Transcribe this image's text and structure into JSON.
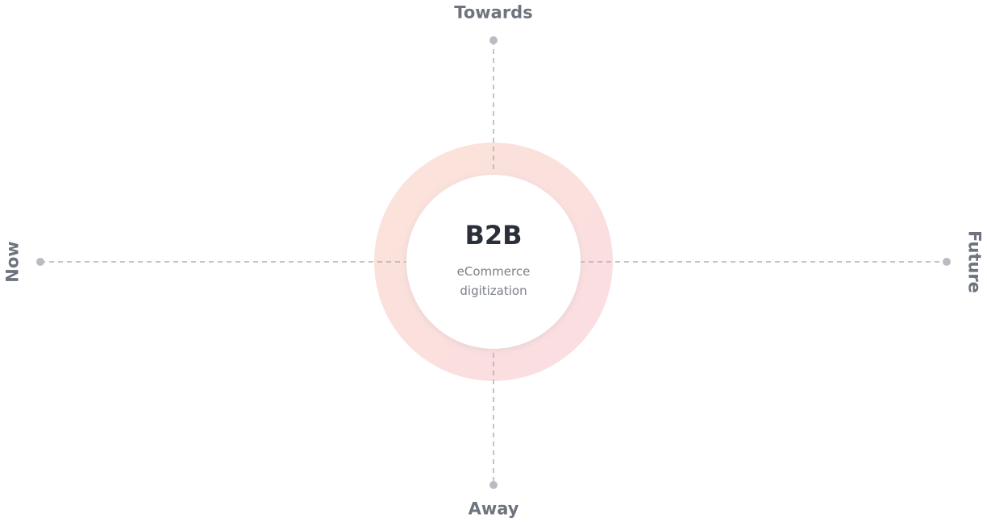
{
  "axes": {
    "top_label": "Towards",
    "bottom_label": "Away",
    "left_label": "Now",
    "right_label": "Future"
  },
  "center": {
    "title": "B2B",
    "subtitle_line1": "eCommerce",
    "subtitle_line2": "digitization"
  },
  "colors": {
    "axis_line": "#aeb0b5",
    "endpoint_dot": "#bbbcc1",
    "ring_start": "#fbe3d8",
    "ring_end": "#fbdde3",
    "label_text": "#6e737e",
    "title_text": "#2a2f3a"
  }
}
